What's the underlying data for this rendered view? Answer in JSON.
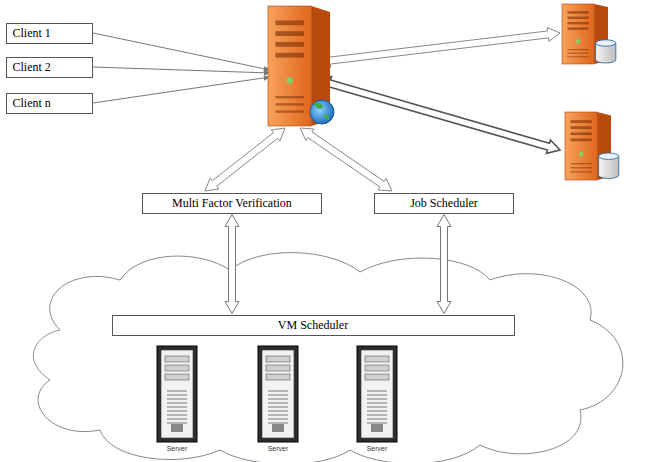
{
  "diagram": {
    "nodes": [
      {
        "text": [
          "Client 1"
        ]
      },
      {
        "text": [
          "Client 2"
        ]
      },
      {
        "text": [
          "Client n"
        ]
      },
      {
        "text": [
          "Multi Factor Verification"
        ]
      },
      {
        "text": [
          "Job Scheduler"
        ]
      },
      {
        "text": [
          "VM Scheduler"
        ]
      }
    ],
    "edges": [
      {
        "from": 3,
        "to": 5,
        "arrow": "both"
      },
      {
        "from": 4,
        "to": 5,
        "arrow": "both"
      }
    ],
    "labels": [
      "Server",
      "Server",
      "Server"
    ]
  }
}
